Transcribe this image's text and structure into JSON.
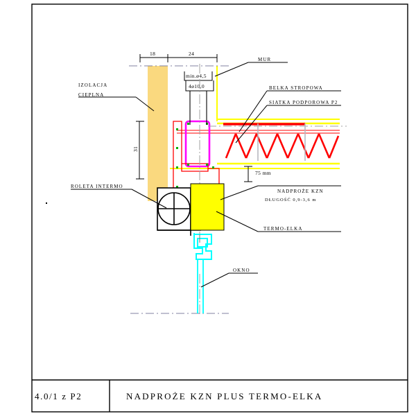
{
  "sheet": {
    "background": "#ffffff",
    "border_color": "#000000"
  },
  "title_block": {
    "code": "4.0/1 z P2",
    "title": "NADPROŻE KZN PLUS  TERMO-ELKA"
  },
  "dimensions": {
    "wall_insulation_width": "18",
    "wall_masonry_width": "24",
    "lintel_height": "31",
    "bearing_depth": "75 mm",
    "rebar_top": "min.ø4,5",
    "rebar_bottom": "4ø10,0"
  },
  "annotations": {
    "insulation_line1": "IZOLACJA",
    "insulation_line2": "CIEPLNA",
    "wall": "MUR",
    "ceiling_beam": "BELKA STROPOWA",
    "support_mesh": "SIATKA PODPOROWA  P2",
    "lintel_name": "NADPROŻE  KZN",
    "lintel_length": "DŁUGOŚĆ 0,9-3,6 m",
    "termo_elka": "TERMO-ELKA",
    "roller_shutter": "ROLETA INTERMO",
    "window": "OKNO"
  },
  "colors": {
    "insulation_fill": "#fad97f",
    "termo_elka_fill": "#ffff00",
    "lintel_magenta": "#ff00ff",
    "rebar_red": "#ff0000",
    "slab_yellow": "#ffff00",
    "window_cyan": "#00ffff",
    "centerline_gray": "#a0a0a0",
    "outline_black": "#000000"
  },
  "icons": {
    "shutter_drum": "crosshair-circle-icon"
  }
}
